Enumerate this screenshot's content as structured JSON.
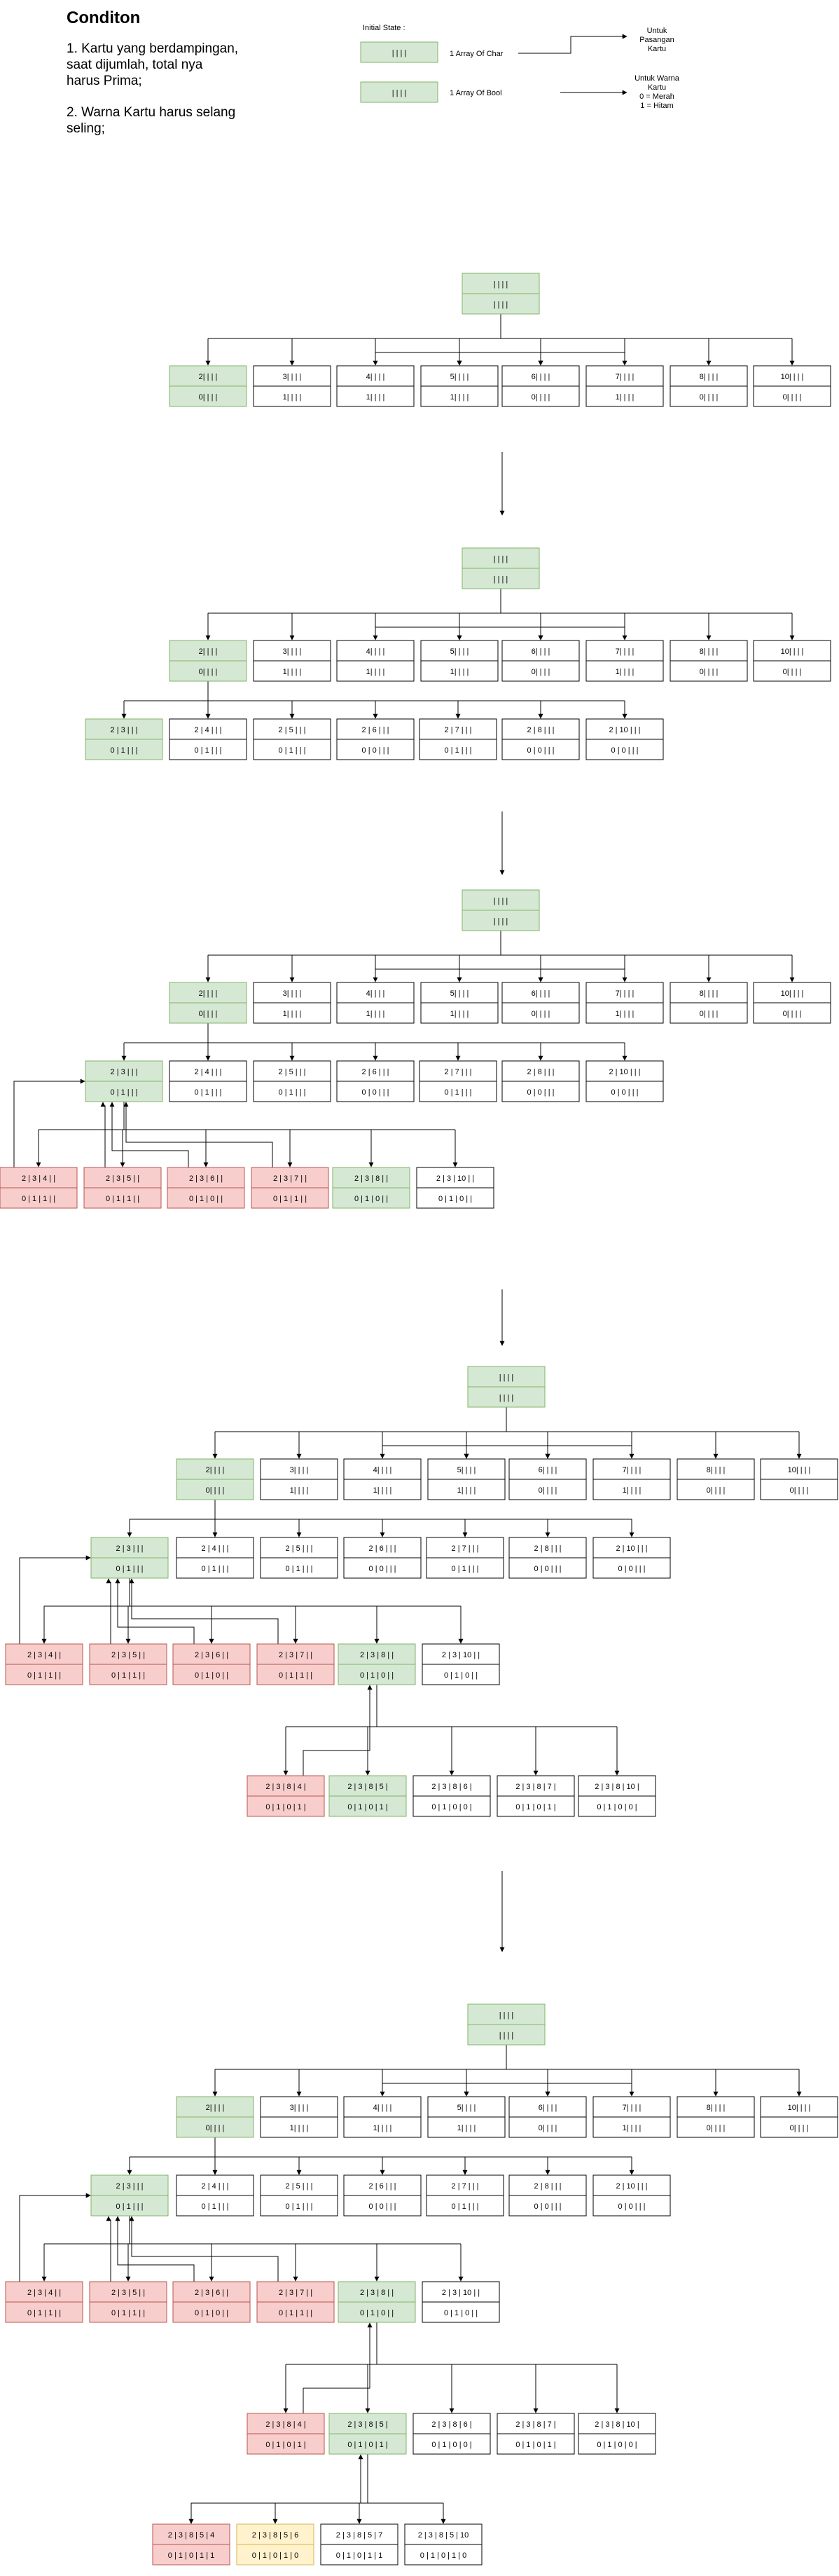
{
  "header": {
    "title": "Conditon",
    "cond1": [
      "1. Kartu yang berdampingan,",
      "saat dijumlah, total nya",
      "harus Prima;"
    ],
    "cond2": [
      "2. Warna Kartu harus selang",
      "seling;"
    ]
  },
  "legend": {
    "initial_state_label": "Initial State :",
    "char_box": "|   |   |   |",
    "bool_box": "|   |   |   |",
    "char_label": "1 Array Of Char",
    "bool_label": "1 Array Of  Bool",
    "char_note": [
      "Untuk",
      "Pasangan",
      "Kartu"
    ],
    "bool_note": [
      "Untuk Warna",
      "Kartu",
      "0 = Merah",
      "1 = Hitam"
    ]
  },
  "colors": {
    "green": "#d5e8d4",
    "green_border": "#82b366",
    "red": "#f8cecc",
    "red_border": "#b85450",
    "yellow": "#fff2cc",
    "yellow_border": "#d6b656",
    "white": "#ffffff",
    "white_border": "#000000"
  },
  "nodes": {
    "root": {
      "top": "|   |   |   |",
      "bot": "|   |   |   |",
      "color": "green"
    },
    "level1": [
      {
        "top": "2|   |   |   |",
        "bot": "0|   |   |   |",
        "color": "green"
      },
      {
        "top": "3|   |   |   |",
        "bot": "1|   |   |   |",
        "color": "white"
      },
      {
        "top": "4|   |   |   |",
        "bot": "1|   |   |   |",
        "color": "white"
      },
      {
        "top": "5|   |   |   |",
        "bot": "1|   |   |   |",
        "color": "white"
      },
      {
        "top": "6|   |   |   |",
        "bot": "0|   |   |   |",
        "color": "white"
      },
      {
        "top": "7|   |   |   |",
        "bot": "1|   |   |   |",
        "color": "white"
      },
      {
        "top": "8|   |   |   |",
        "bot": "0|   |   |   |",
        "color": "white"
      },
      {
        "top": "10|   |   |   |",
        "bot": "0|   |   |   |",
        "color": "white"
      }
    ],
    "level2": [
      {
        "top": "2 | 3 |   |   |",
        "bot": "0 | 1 |   |   |",
        "color": "green"
      },
      {
        "top": "2 | 4 |   |   |",
        "bot": "0 | 1 |   |   |",
        "color": "white"
      },
      {
        "top": "2 | 5 |   |   |",
        "bot": "0 | 1 |   |   |",
        "color": "white"
      },
      {
        "top": "2 | 6 |   |   |",
        "bot": "0 | 0 |   |   |",
        "color": "white"
      },
      {
        "top": "2 | 7 |   |   |",
        "bot": "0 | 1 |   |   |",
        "color": "white"
      },
      {
        "top": "2 | 8 |   |   |",
        "bot": "0 | 0 |   |   |",
        "color": "white"
      },
      {
        "top": "2 | 10 |   |   |",
        "bot": "0 | 0 |   |   |",
        "color": "white"
      }
    ],
    "level3": [
      {
        "top": "2 | 3 | 4 |   |",
        "bot": "0 | 1 | 1 |   |",
        "color": "red"
      },
      {
        "top": "2 | 3 | 5 |   |",
        "bot": "0 | 1 | 1 |   |",
        "color": "red"
      },
      {
        "top": "2 | 3 | 6 |   |",
        "bot": "0 | 1 | 0 |   |",
        "color": "red"
      },
      {
        "top": "2 | 3 | 7 |   |",
        "bot": "0 | 1 | 1 |   |",
        "color": "red"
      },
      {
        "top": "2 | 3 | 8 |   |",
        "bot": "0 | 1 | 0 |   |",
        "color": "green"
      },
      {
        "top": "2 | 3 | 10 |   |",
        "bot": "0 | 1 | 0 |   |",
        "color": "white"
      }
    ],
    "level4": [
      {
        "top": "2 | 3 | 8 | 4 |",
        "bot": "0 | 1 | 0 | 1 |",
        "color": "red"
      },
      {
        "top": "2 | 3 | 8 | 5 |",
        "bot": "0 | 1 | 0 | 1 |",
        "color": "green"
      },
      {
        "top": "2 | 3 | 8 | 6 |",
        "bot": "0 | 1 | 0 | 0 |",
        "color": "white"
      },
      {
        "top": "2 | 3 | 8 | 7 |",
        "bot": "0 | 1 | 0 | 1 |",
        "color": "white"
      },
      {
        "top": "2 | 3 | 8 | 10 |",
        "bot": "0 | 1 | 0 | 0 |",
        "color": "white"
      }
    ],
    "level5": [
      {
        "top": "2 | 3 | 8 | 5 | 4",
        "bot": "0 | 1 | 0 | 1 | 1",
        "color": "red"
      },
      {
        "top": "2 | 3 | 8 | 5 | 6",
        "bot": "0 | 1 | 0 | 1 | 0",
        "color": "yellow"
      },
      {
        "top": "2 | 3 | 8 | 5 | 7",
        "bot": "0 | 1 | 0 | 1 | 1",
        "color": "white"
      },
      {
        "top": "2 | 3 | 8 | 5 | 10",
        "bot": "0 | 1 | 0 | 1 | 0",
        "color": "white"
      }
    ]
  },
  "stages": [
    {
      "depth": 1
    },
    {
      "depth": 2
    },
    {
      "depth": 3
    },
    {
      "depth": 4
    },
    {
      "depth": 5
    }
  ]
}
